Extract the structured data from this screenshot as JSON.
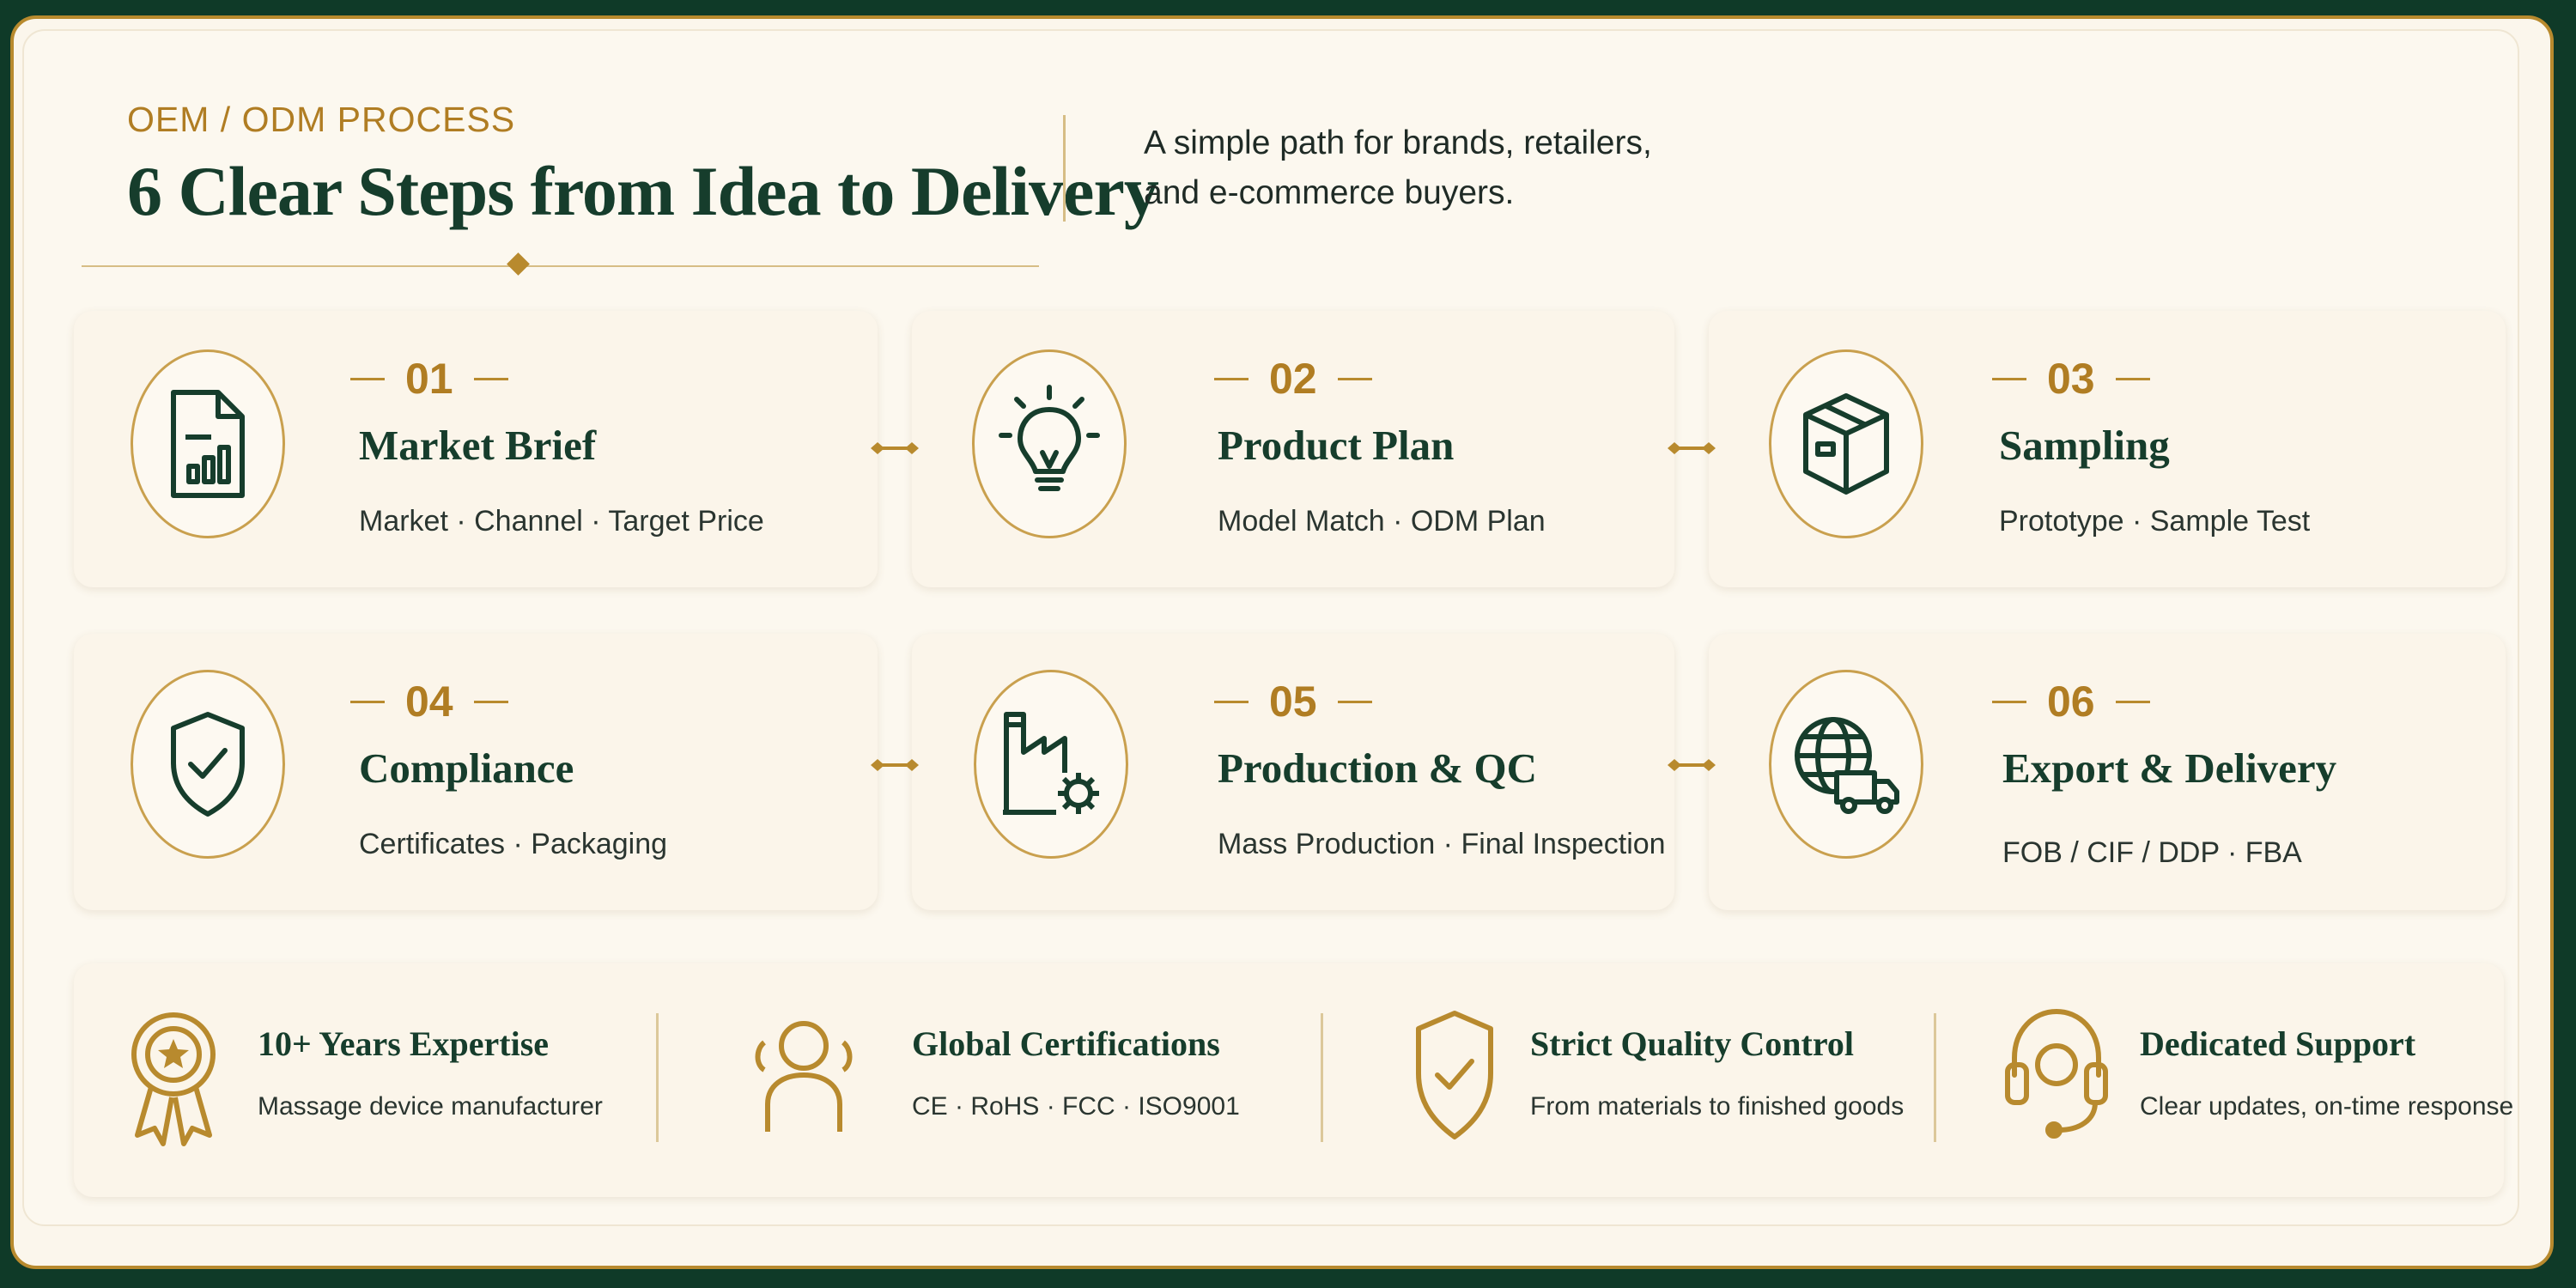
{
  "header": {
    "eyebrow": "OEM / ODM PROCESS",
    "title": "6 Clear Steps from Idea to Delivery",
    "subtitle_line1": "A simple path for brands, retailers,",
    "subtitle_line2": "and e-commerce buyers."
  },
  "steps": [
    {
      "number": "01",
      "title": "Market Brief",
      "desc": "Market · Channel · Target Price",
      "icon": "document-chart-icon"
    },
    {
      "number": "02",
      "title": "Product Plan",
      "desc": "Model Match · ODM Plan",
      "icon": "lightbulb-icon"
    },
    {
      "number": "03",
      "title": "Sampling",
      "desc": "Prototype · Sample Test",
      "icon": "box-icon"
    },
    {
      "number": "04",
      "title": "Compliance",
      "desc": "Certificates · Packaging",
      "icon": "shield-check-icon"
    },
    {
      "number": "05",
      "title": "Production & QC",
      "desc": "Mass Production · Final Inspection",
      "icon": "factory-gear-icon"
    },
    {
      "number": "06",
      "title": "Export & Delivery",
      "desc": "FOB / CIF / DDP · FBA",
      "icon": "globe-truck-icon"
    }
  ],
  "features": [
    {
      "title": "10+ Years Expertise",
      "desc": "Massage device manufacturer",
      "icon": "award-ribbon-icon"
    },
    {
      "title": "Global Certifications",
      "desc": "CE · RoHS · FCC · ISO9001",
      "icon": "people-icon"
    },
    {
      "title": "Strict Quality Control",
      "desc": "From materials to finished goods",
      "icon": "shield-check-icon"
    },
    {
      "title": "Dedicated Support",
      "desc": "Clear updates, on-time response",
      "icon": "headset-icon"
    }
  ],
  "colors": {
    "dark_green": "#163d2c",
    "gold": "#b88a2e",
    "cream": "#fcf8ef"
  }
}
